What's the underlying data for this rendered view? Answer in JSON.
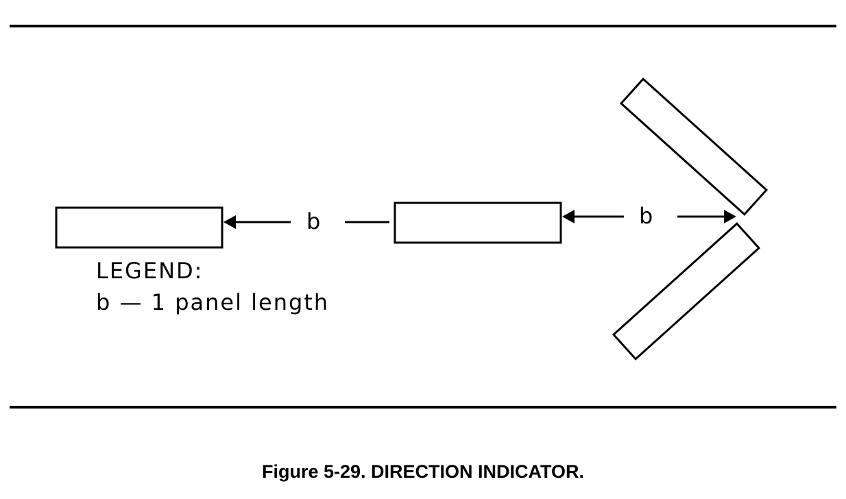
{
  "diagram": {
    "dimension_label": "b",
    "legend": {
      "heading": "LEGEND:",
      "entry": "b — 1 panel length"
    },
    "caption": "Figure 5-29.  DIRECTION INDICATOR."
  }
}
